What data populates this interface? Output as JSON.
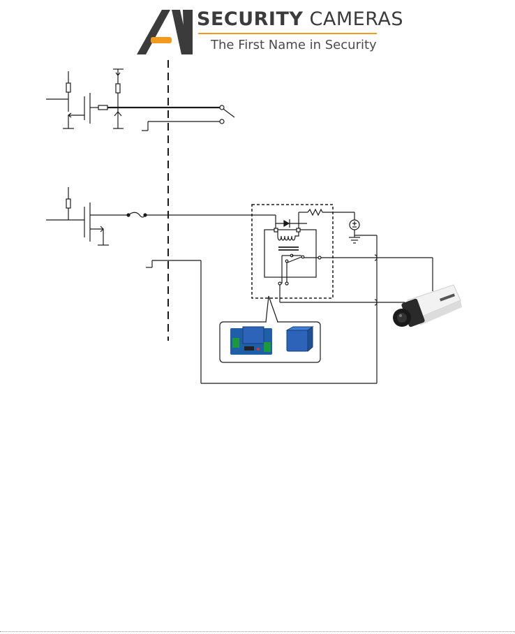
{
  "logo": {
    "monogram": "A1",
    "brand_bold": "SECURITY",
    "brand_light": "CAMERAS",
    "tagline": "The First Name in Security"
  },
  "colors": {
    "line": "#1a1a1a",
    "accent": "#f39a1e",
    "logo_dark": "#3b3b3b",
    "camera_body": "#f2f2f2",
    "camera_front": "#1e1e1e",
    "relay_board": "#1f5fa8",
    "relay_cube": "#2d63b8"
  },
  "diagram": {
    "blocks": [
      "transistor-output-circuit",
      "transistor-relay-circuit",
      "relay-module",
      "relay-photo-callout",
      "ip-camera"
    ]
  }
}
